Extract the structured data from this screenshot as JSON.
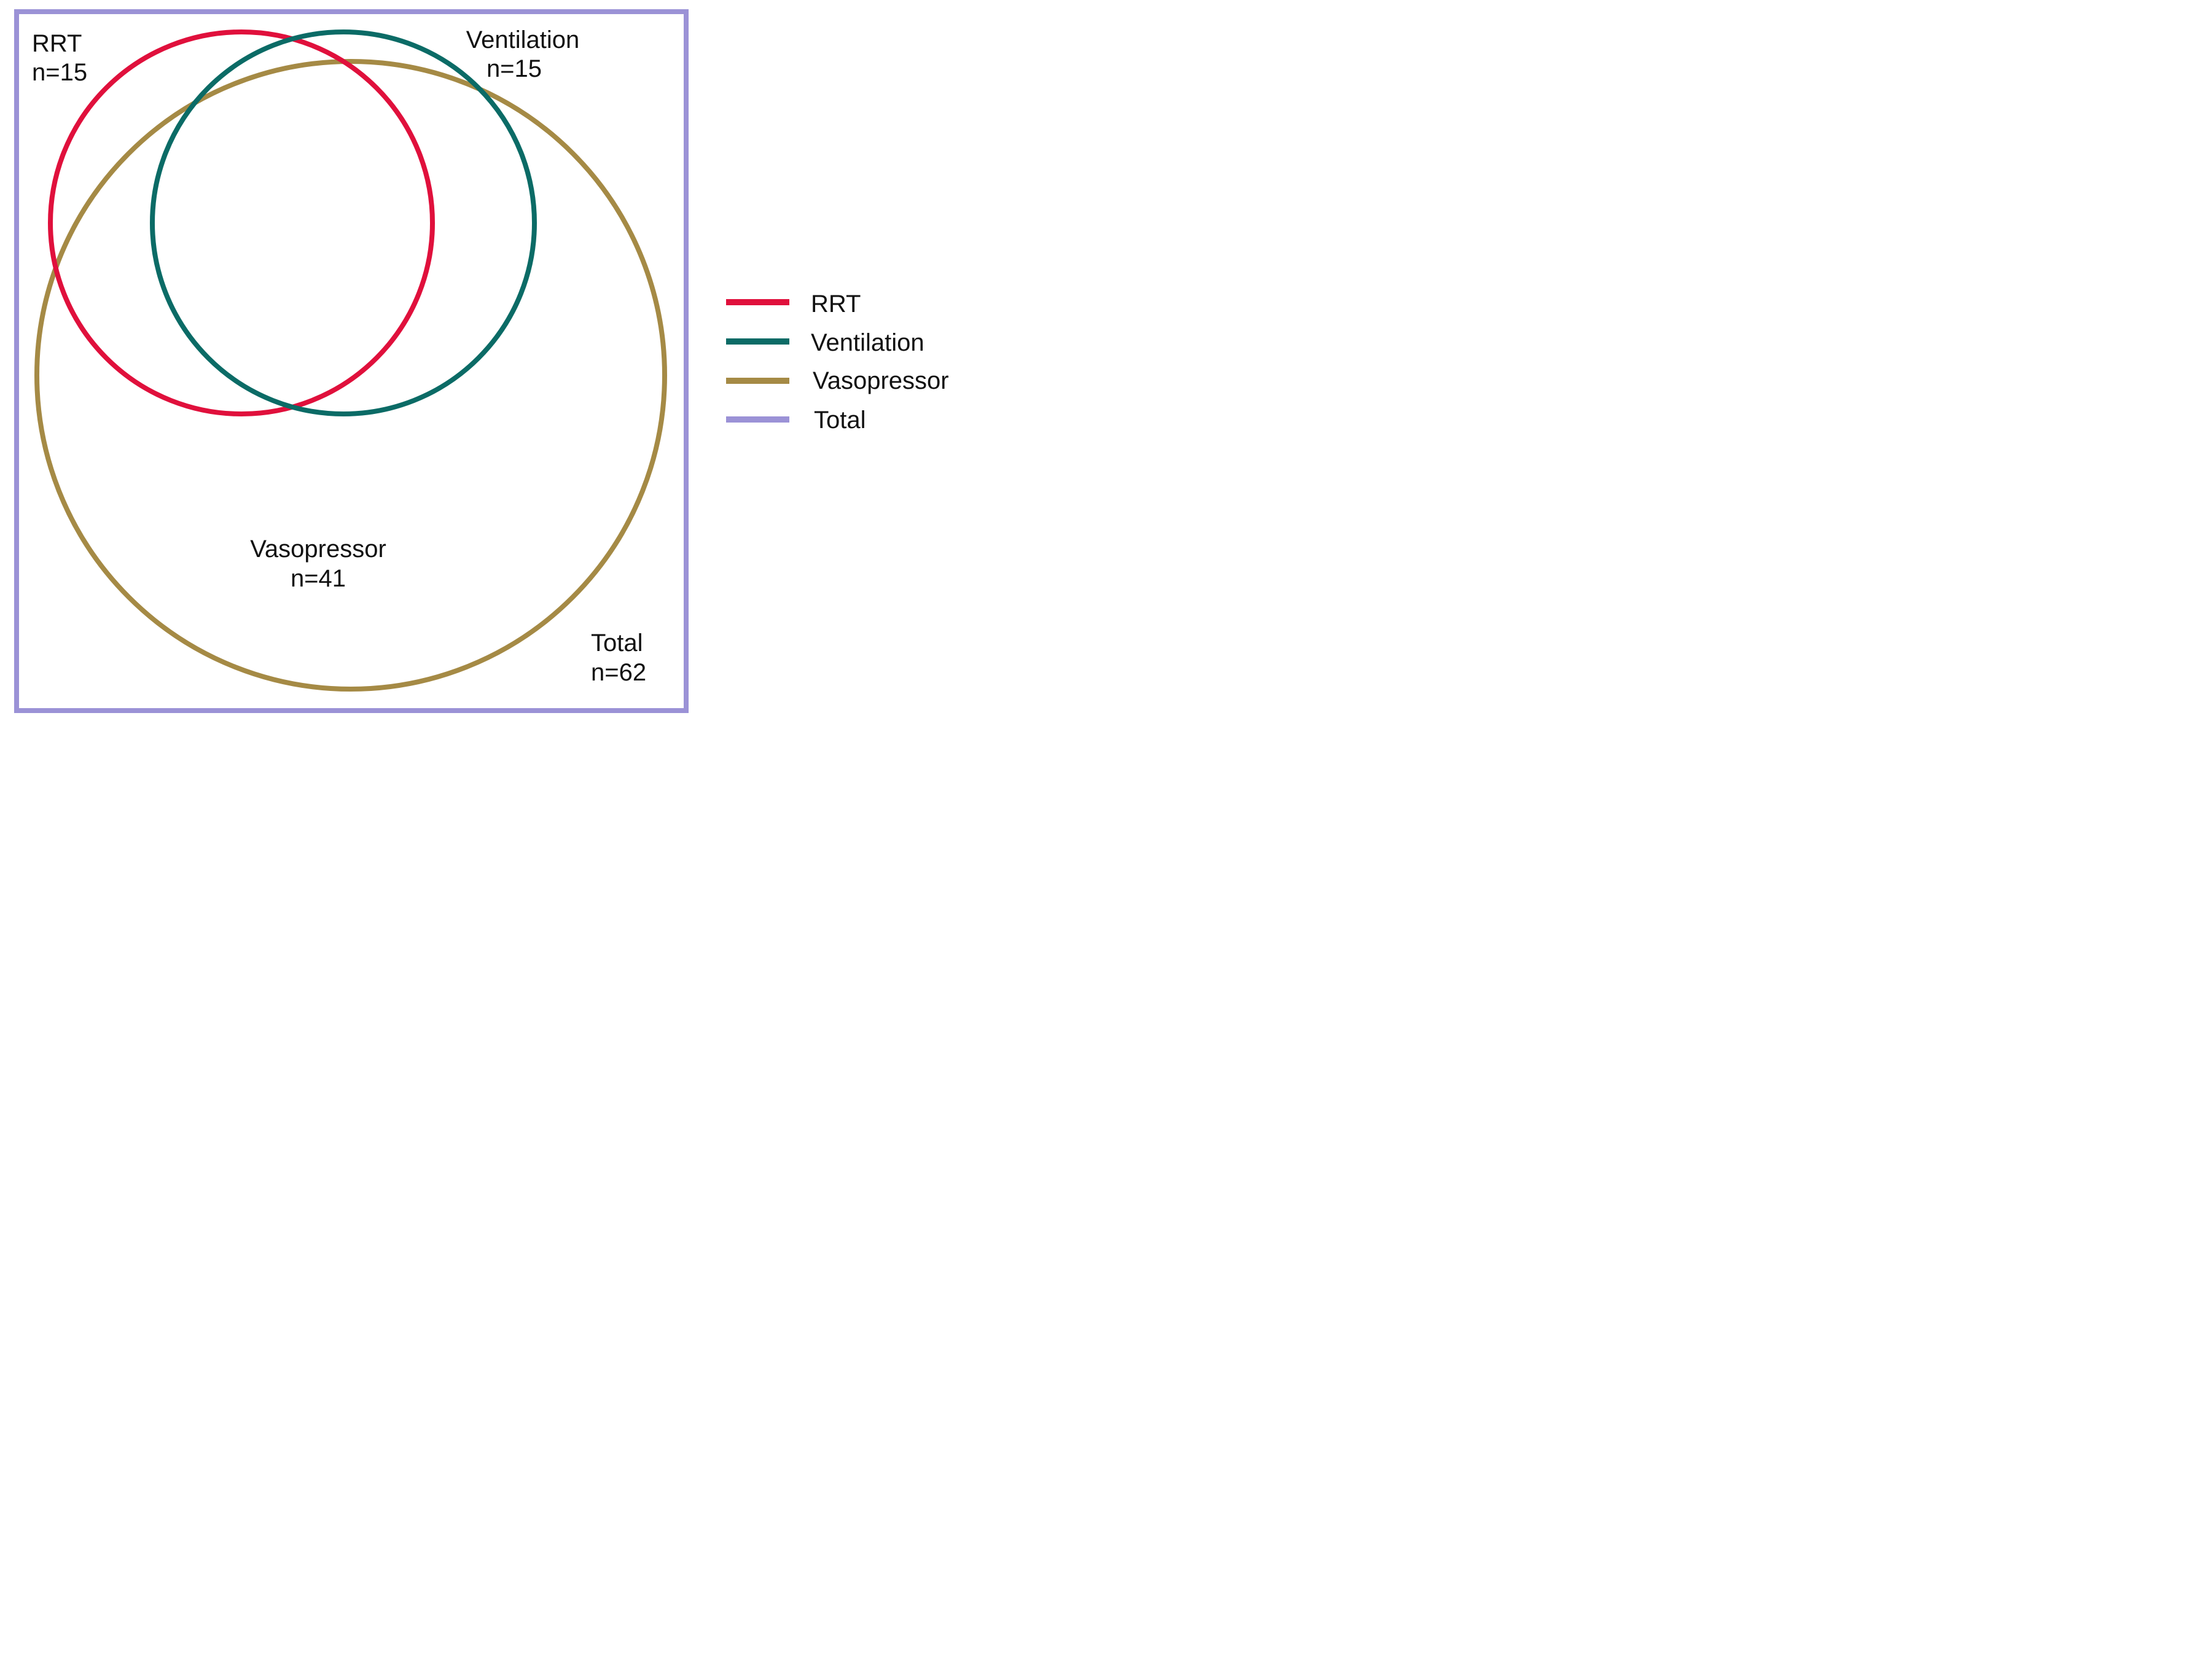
{
  "diagram": {
    "sets": [
      {
        "key": "rrt",
        "name": "RRT",
        "count_label": "n=15",
        "color": "#e0103c"
      },
      {
        "key": "ventilation",
        "name": "Ventilation",
        "count_label": "n=15",
        "color": "#0b6b66"
      },
      {
        "key": "vasopressor",
        "name": "Vasopressor",
        "count_label": "n=41",
        "color": "#a58a45"
      },
      {
        "key": "total",
        "name": "Total",
        "count_label": "n=62",
        "color": "#9b92d6"
      }
    ]
  },
  "legend": {
    "items": [
      {
        "label": "RRT",
        "color": "#e0103c"
      },
      {
        "label": "Ventilation",
        "color": "#0b6b66"
      },
      {
        "label": "Vasopressor",
        "color": "#a58a45"
      },
      {
        "label": "Total",
        "color": "#9b92d6"
      }
    ]
  }
}
